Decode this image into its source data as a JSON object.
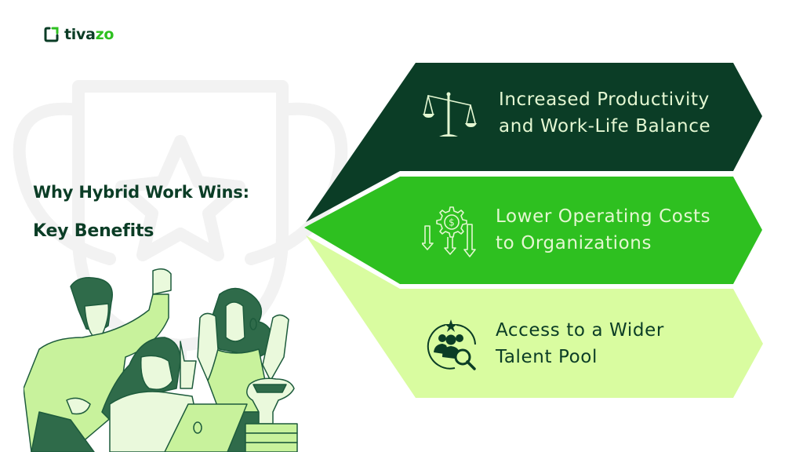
{
  "brand": {
    "logo_text_part1": "tiva",
    "logo_text_part2": "zo",
    "colors": {
      "dark_green": "#0b3d26",
      "bright_green": "#2ec020",
      "light_green": "#d9fca0",
      "icon_light": "#e4f7d2"
    }
  },
  "heading": {
    "line1": "Why Hybrid Work Wins:",
    "line2": "Key Benefits"
  },
  "benefits": [
    {
      "icon": "scales-balance-icon",
      "line1": "Increased Productivity",
      "line2": "and Work-Life Balance",
      "band_color": "#0b3d26",
      "text_color": "#e4f7d2"
    },
    {
      "icon": "cost-reduction-gear-dollar-icon",
      "line1": "Lower Operating Costs",
      "line2": "to Organizations",
      "band_color": "#2ec020",
      "text_color": "#e4f7d2"
    },
    {
      "icon": "talent-search-people-icon",
      "line1": "Access to a Wider",
      "line2": "Talent Pool",
      "band_color": "#d9fca0",
      "text_color": "#0b3d26"
    }
  ],
  "illustration": {
    "description": "three people celebrating with laptop and trophy"
  }
}
